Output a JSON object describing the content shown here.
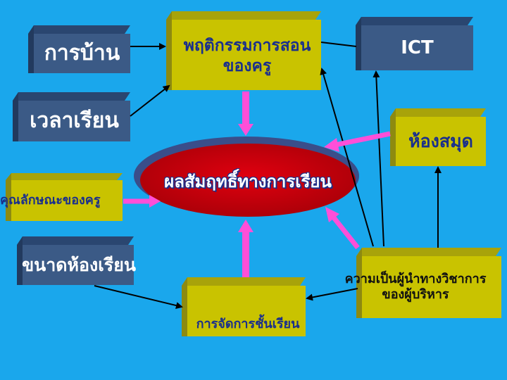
{
  "diagram": {
    "colors": {
      "background": "#1aa7ec",
      "navy_face": "#3b5a86",
      "navy_side": "#223a5e",
      "olive_face": "#c9c300",
      "olive_side": "#8d8a10",
      "center_fill": "#c8000a",
      "center_rim": "#3a4e8a",
      "arrow_black": "#000000",
      "arrow_pink": "#ff4fd8",
      "text_blue": "#1a2f8c"
    },
    "nodes": {
      "teacher_behavior": {
        "line1": "พฤติกรรมการสอน",
        "line2": "ของครู"
      },
      "homework": {
        "label": "การบ้าน"
      },
      "study_time": {
        "label": "เวลาเรียน"
      },
      "teacher_traits": {
        "label": "คุณลักษณะของครู"
      },
      "class_size": {
        "label": "ขนาดห้องเรียน"
      },
      "classroom_mgmt": {
        "label": "การจัดการชั้นเรียน"
      },
      "ict": {
        "label": "ICT"
      },
      "library": {
        "label": "ห้องสมุด"
      },
      "leadership": {
        "line1": "ความเป็นผู้นำทางวิชาการ",
        "line2": "ของผู้บริหาร"
      },
      "achievement": {
        "label": "ผลสัมฤทธิ์ทางการเรียน"
      }
    }
  }
}
